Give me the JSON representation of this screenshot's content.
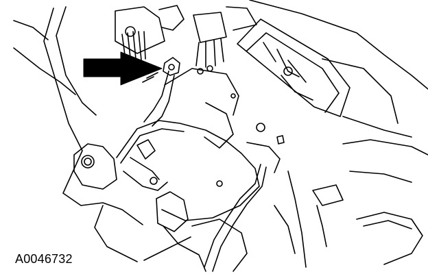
{
  "figure": {
    "code": "A0046732",
    "colors": {
      "ink": "#000000",
      "paper": "#ffffff"
    }
  },
  "callouts": [
    {
      "name": "pointer-arrow",
      "kind": "solid-arrow",
      "direction": "right"
    }
  ]
}
